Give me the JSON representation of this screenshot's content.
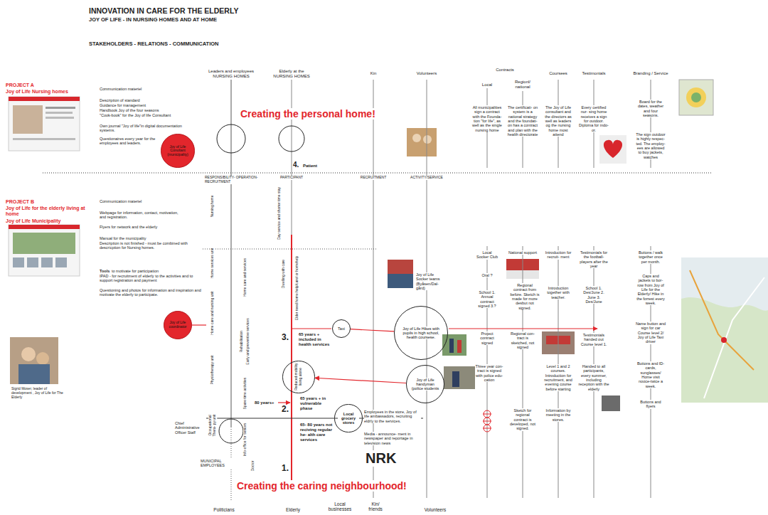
{
  "diagram": {
    "title": "INNOVATION IN CARE FOR THE ELDERLY",
    "nodes": [
      {
        "text": [
          "Joy of Life Conultant (municipality)"
        ]
      },
      {
        "text": [
          "Joy of Life coordinator"
        ]
      },
      {
        "text": [
          "Taxi"
        ]
      },
      {
        "text": [
          "Joy of Life Hikes with pupils in high school, health coursese."
        ]
      },
      {
        "text": [
          "Reduced mobility living alone"
        ]
      },
      {
        "text": [
          "Joy of Life handyman (police students"
        ]
      },
      {
        "text": [
          "Local grocery stores"
        ]
      }
    ],
    "edges": [
      {
        "from": 2,
        "to": 3,
        "arrow": "none"
      },
      {
        "from": 5,
        "to": 4,
        "arrow": "to"
      }
    ],
    "labels": [
      "JOY OF LIFE - IN NURSING HOMES AND AT HOME",
      "STAKEHOLDERS - RELATIONS - COMMUNICATION",
      "PROJECT A",
      "Joy of Life Nursing homes",
      "Communication materiel",
      "Description of standard",
      "Guidance for management",
      "Handbook Joy of the four seasons",
      "\"Cook-book\" for the Joy of life Consultant",
      "Own journal \"Joy of life\"in digital documentation systems.",
      "Questionaires every year for the employees and leaders.",
      "PROJECT B",
      "Joy of Life for the elderly living at home",
      "Joy of Life Municipality",
      "Communication materiel",
      "Webpage for information, contact, motivation, and registration.",
      "Flyers for network and the elderly",
      "Manual for the municipality",
      "Description is not finished - must be combined with descricption for Nursing homes.",
      "Tools",
      "to motivate for participation",
      "IPAD - for recruitment of elderly to the activities and to support registration and payment",
      "Questioning and photos for information and inspiration and motivate the elderly to participate.",
      "Sigrid Moser, leader of development , Joy of Life for The Elderly",
      "Leaders and employees",
      "NURSING HOMES",
      "Elderly at the",
      "NURSING HOMES",
      "Kin",
      "Volunteers",
      "Contracts",
      "Local",
      "Regionl/ national",
      "Coursees",
      "Testimonials",
      "Branding / Service",
      "Creating the personal home!",
      "All municipalities sign a contract with the Founda- tion \"for life\", as well as the single nursing home",
      "The certificati- on system is a national strategy and the foundati- on has a contract and plan with the health directorate",
      "The Joy of Life consultant and the directors as well as leaders og the nursing home most attend",
      "Every certified nur- sing home receives a sign for outdoor. Diploma for indo- or.",
      "Board for the dates, weather and four seasons.",
      "The sign outdoor is highly respec- ted. The employ- ees are allowed to buy jackets, watches",
      "4.",
      "Patient",
      "RESPONSIBILITY- OPERATION- RECRUITMENT",
      "PARTICIPANT",
      "RECRUITMENT",
      "ACTIVITY/SERVICE",
      "Nursing home",
      "Home services unit",
      "Home care and nursing unit",
      "Physiotherapy unit",
      "Occupational Thera- py unit",
      "Home care and services",
      "Rehabilitation",
      "Early and preventive services",
      "Spare time activities",
      "Info-office for seniors",
      "Doctor",
      "Day service and shorter time stay",
      "Dwelling with care",
      "Elder need home help/care/ or homehelp",
      "3.",
      "65 years + included in health services",
      "65 years + in vulnerable phase",
      "80 years+",
      "2.",
      "Chief Administrative Officer Staff",
      "65- 80 years not reciving regular he- alth care services",
      "Employees in the store, Joy of life ambassadors, recruiting eldrly to the services.",
      "Media - announce- ment in newspaper and reportage in television news",
      "NRK",
      "1.",
      "MUNICIPAL EMPLOYEES",
      "Creating the caring neighbourhood!",
      "Politicians",
      "Elderly",
      "Local businesses",
      "Kin/ friends",
      "Volunteers",
      "Joy of Life Socker teams (Byåsen/Dal- gård)",
      "Local Socker Club",
      "Oral ?",
      "School 1. Annual contract signed 3.?",
      "Project contract signed",
      "Three year con- tract is signed with police edu- cation",
      "National support",
      "Regional contract from before. Sketch is made for more desbut not signed.",
      "Regional con- tract is sketched, not signed",
      "Sketch for regional contract is developed, not signed.",
      "Introduction for recruit- ment",
      "Introduction together with teacher.",
      "Level 1 and 2 courses. Introduction for recruitment, and evening course before starting",
      "Information by meeting in the stores.",
      "Testimonials for the football-players after the year",
      "School 1. Des/June 2. June 3. Des/June",
      "Testimonials handed out Course level 1.",
      "Handed to all participants, every summer, including reception with the elderly",
      "Buttons / walk together once per month.",
      "Caps and jackets to bor- row from Joy of Life for the Elderly/ Hike in the forrest every week.",
      "Name button and sign for car Course level 2/ Joy of Life Taxi driver",
      "Buttons and ID-cards, sunglasses/ Home visit nooce-twice a week.",
      "Buttons and flyers"
    ]
  }
}
